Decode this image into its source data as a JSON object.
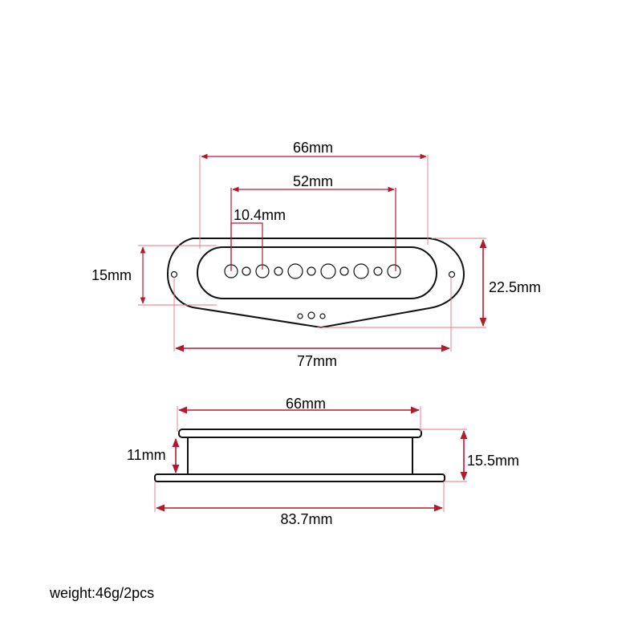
{
  "top_view": {
    "overall_width_label": "66mm",
    "pole_span_label": "52mm",
    "pole_spacing_label": "10.4mm",
    "bobbin_height_label": "15mm",
    "plate_height_label": "22.5mm",
    "plate_width_label": "77mm"
  },
  "side_view": {
    "top_width_label": "66mm",
    "bobbin_height_label": "11mm",
    "total_height_label": "15.5mm",
    "base_width_label": "83.7mm"
  },
  "weight_label": "weight:46g/2pcs",
  "colors": {
    "dimension_line": "#b01c2e",
    "outline": "#111111"
  }
}
